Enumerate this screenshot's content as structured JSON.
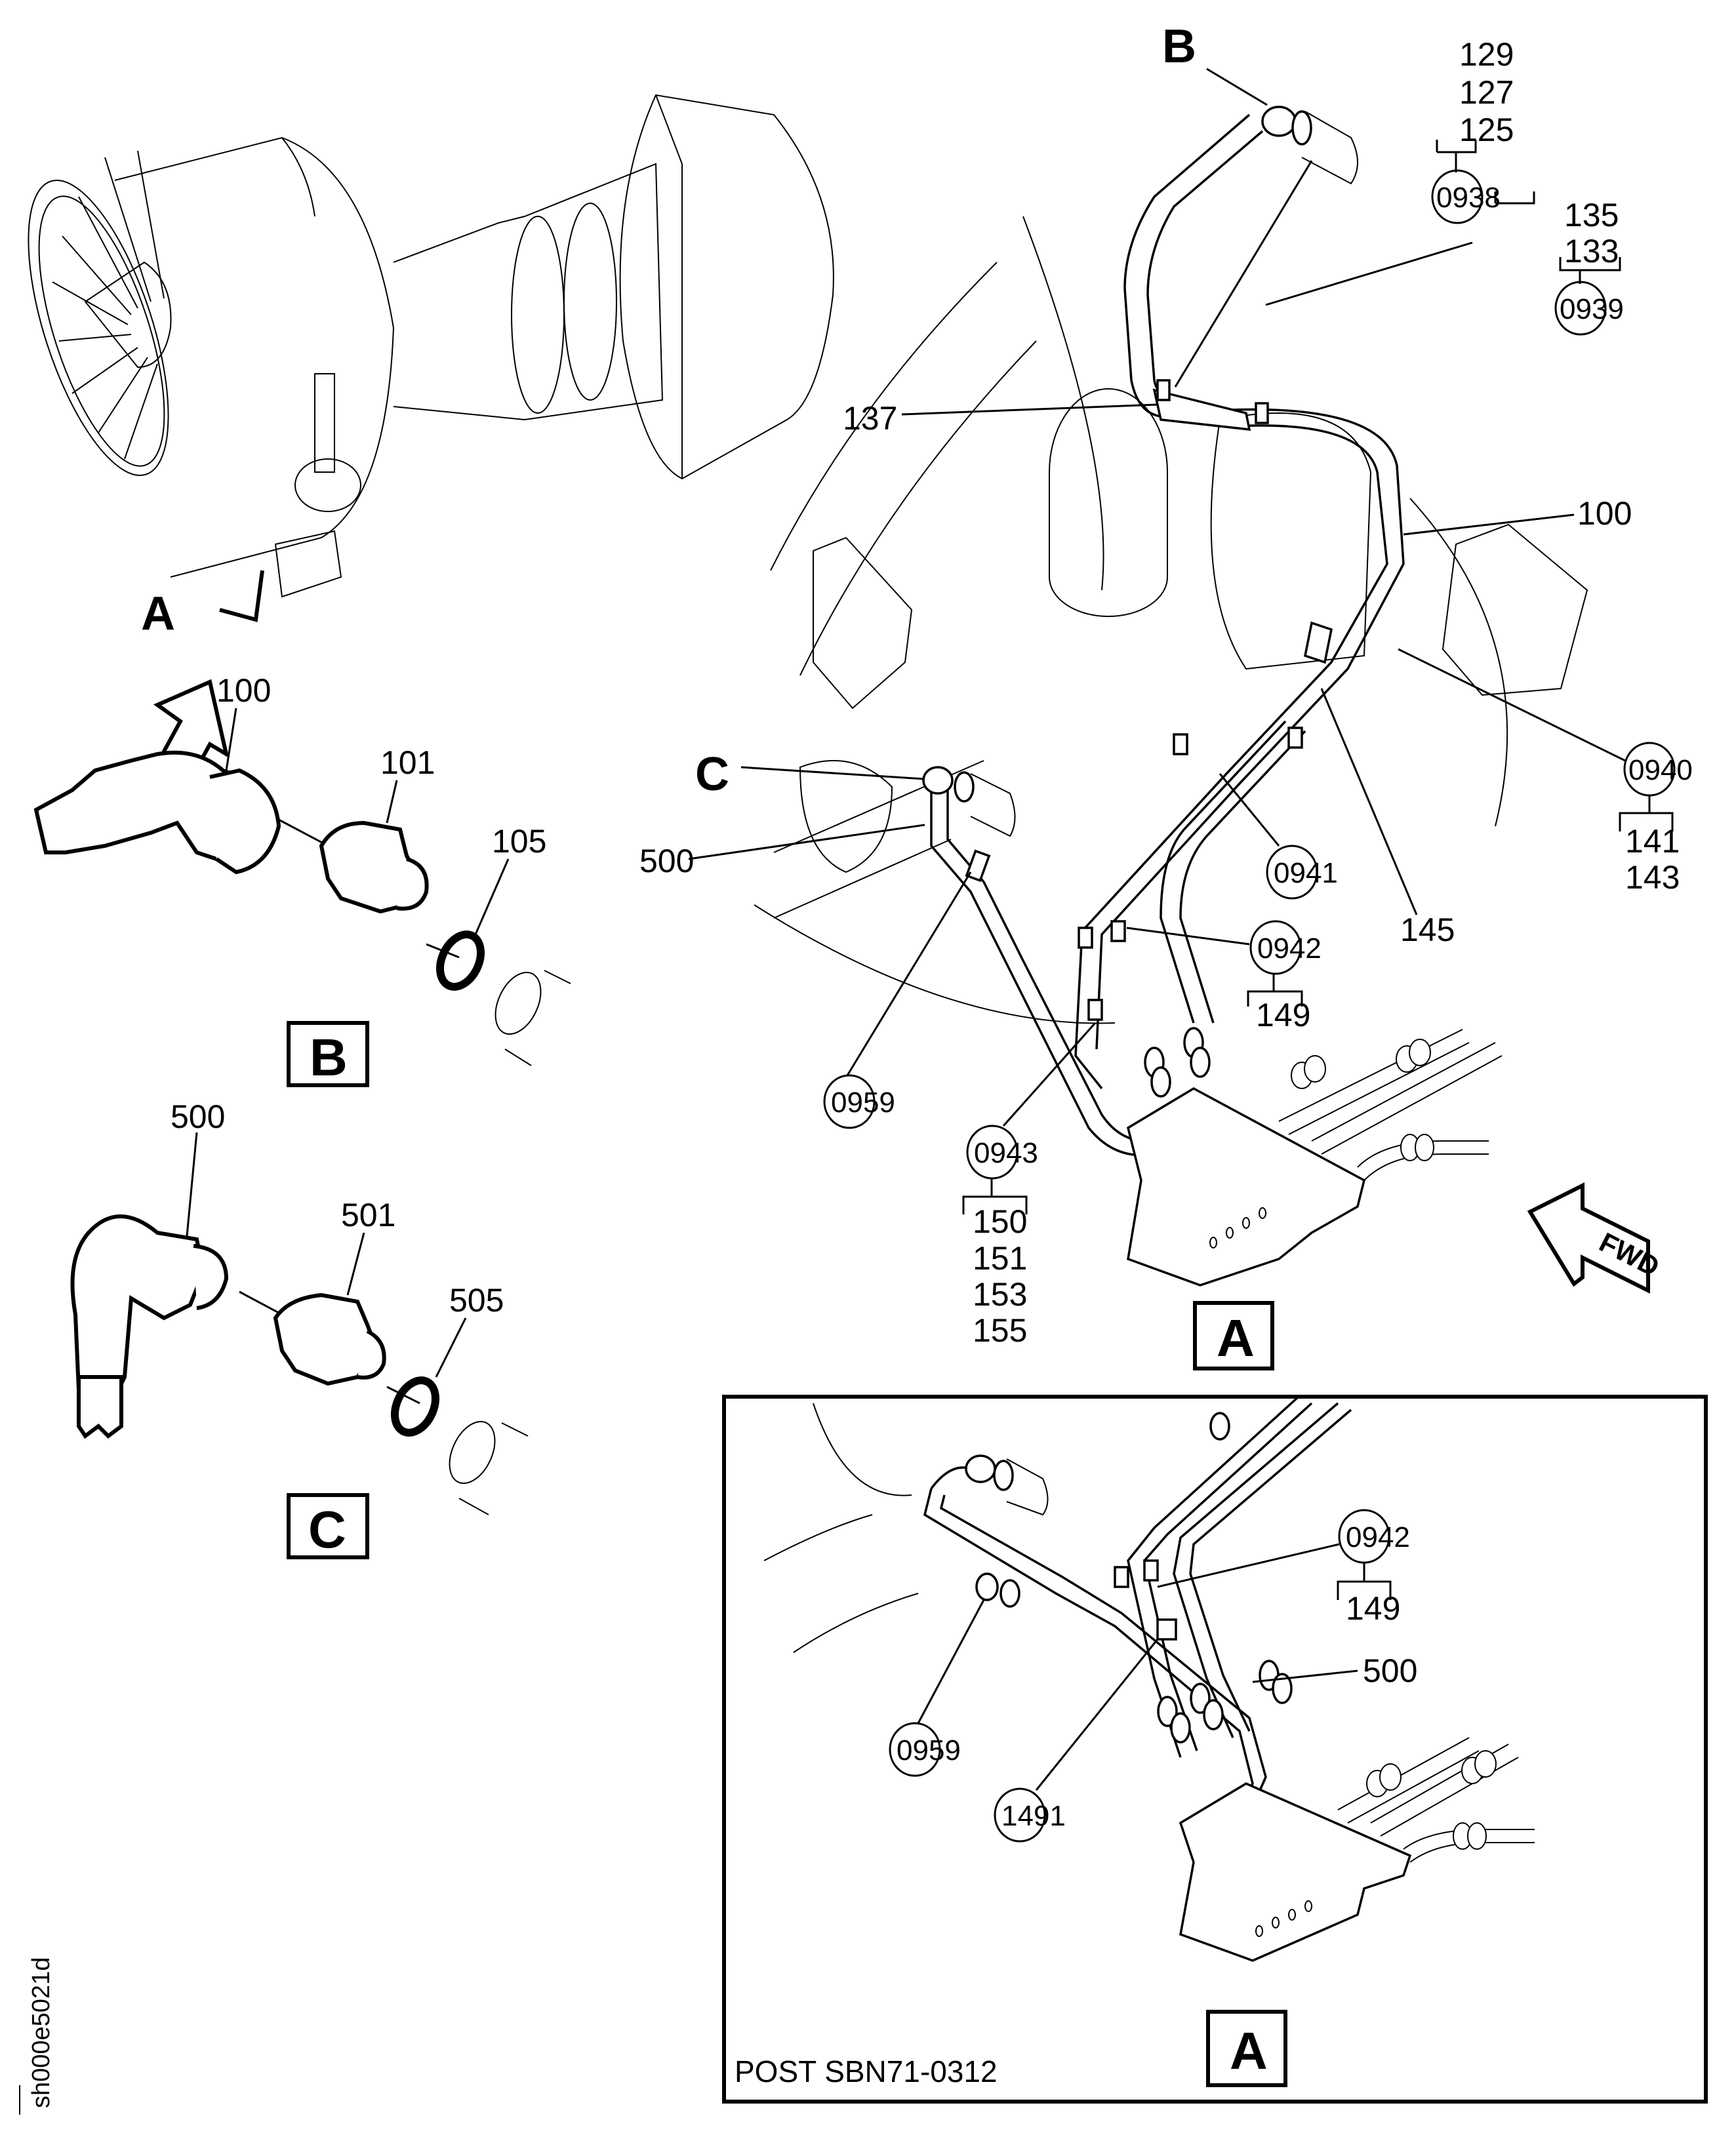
{
  "drawing_id": "sh000e5021d",
  "overview": {
    "view_arrow_label": "A"
  },
  "detail_b": {
    "box_label": "B",
    "parts": [
      "100",
      "101",
      "105"
    ]
  },
  "detail_c": {
    "box_label": "C",
    "parts": [
      "500",
      "501",
      "505"
    ]
  },
  "view_a": {
    "box_label": "A",
    "fwd_label": "FWD",
    "detail_refs": {
      "b": "B",
      "c": "C"
    },
    "item_labels": {
      "i100": "100",
      "i137": "137",
      "i145": "145",
      "i500": "500"
    },
    "callouts": [
      {
        "id": "0938",
        "items": [
          "129",
          "127",
          "125"
        ]
      },
      {
        "id": "0939",
        "items": [
          "135",
          "133"
        ]
      },
      {
        "id": "0940",
        "items": [
          "141",
          "143"
        ]
      },
      {
        "id": "0941",
        "items": []
      },
      {
        "id": "0942",
        "items": [
          "149"
        ]
      },
      {
        "id": "0943",
        "items": [
          "150",
          "151",
          "153",
          "155"
        ]
      },
      {
        "id": "0959",
        "items": []
      }
    ]
  },
  "post_sb_view": {
    "box_label": "A",
    "note": "POST SBN71-0312",
    "item_labels": {
      "i500": "500"
    },
    "callouts": [
      {
        "id": "0942",
        "items": [
          "149"
        ]
      },
      {
        "id": "0959",
        "items": []
      },
      {
        "id": "1491",
        "items": []
      }
    ]
  }
}
